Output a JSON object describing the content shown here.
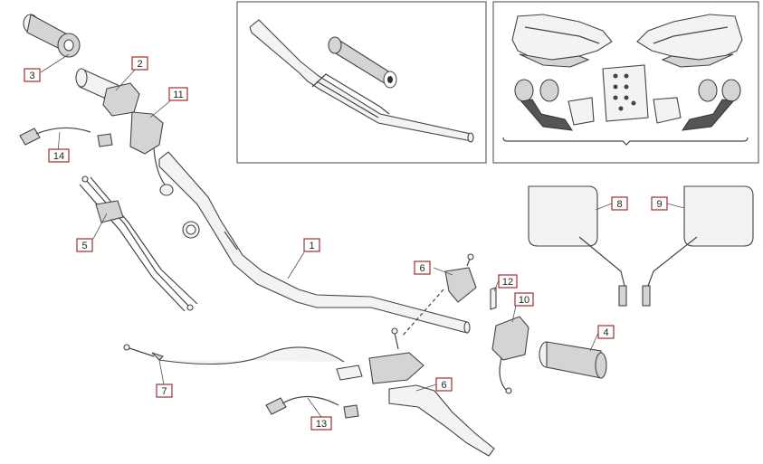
{
  "callouts": [
    {
      "id": "c1",
      "label": "1"
    },
    {
      "id": "c2",
      "label": "2"
    },
    {
      "id": "c3",
      "label": "3"
    },
    {
      "id": "c4",
      "label": "4"
    },
    {
      "id": "c5",
      "label": "5"
    },
    {
      "id": "c6a",
      "label": "6"
    },
    {
      "id": "c6b",
      "label": "6"
    },
    {
      "id": "c7",
      "label": "7"
    },
    {
      "id": "c8",
      "label": "8"
    },
    {
      "id": "c9",
      "label": "9"
    },
    {
      "id": "c10",
      "label": "10"
    },
    {
      "id": "c11",
      "label": "11"
    },
    {
      "id": "c12",
      "label": "12"
    },
    {
      "id": "c13",
      "label": "13"
    },
    {
      "id": "c14",
      "label": "14"
    }
  ],
  "colors": {
    "callout_border": "#a0302c",
    "line": "#444444",
    "background": "#ffffff"
  }
}
